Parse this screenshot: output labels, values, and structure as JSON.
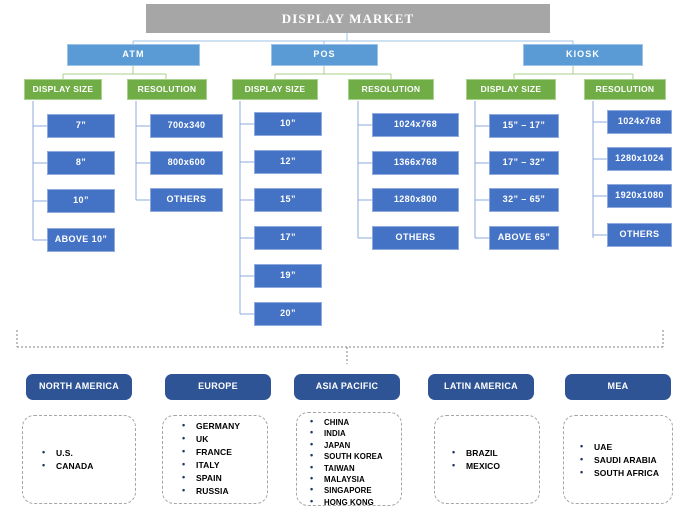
{
  "diagram": {
    "title": "DISPLAY MARKET",
    "segments": [
      {
        "name": "ATM",
        "groups": [
          {
            "header": "DISPLAY SIZE",
            "items": [
              "7”",
              "8”",
              "10”",
              "ABOVE 10”"
            ]
          },
          {
            "header": "RESOLUTION",
            "items": [
              "700x340",
              "800x600",
              "OTHERS"
            ]
          }
        ]
      },
      {
        "name": "POS",
        "groups": [
          {
            "header": "DISPLAY SIZE",
            "items": [
              "10”",
              "12”",
              "15”",
              "17”",
              "19”",
              "20”"
            ]
          },
          {
            "header": "RESOLUTION",
            "items": [
              "1024x768",
              "1366x768",
              "1280x800",
              "OTHERS"
            ]
          }
        ]
      },
      {
        "name": "KIOSK",
        "groups": [
          {
            "header": "DISPLAY SIZE",
            "items": [
              "15” – 17”",
              "17” – 32”",
              "32” – 65”",
              "ABOVE 65”"
            ]
          },
          {
            "header": "RESOLUTION",
            "items": [
              "1024x768",
              "1280x1024",
              "1920x1080",
              "OTHERS"
            ]
          }
        ]
      }
    ],
    "regions": [
      {
        "name": "NORTH AMERICA",
        "countries": [
          "U.S.",
          "CANADA"
        ]
      },
      {
        "name": "EUROPE",
        "countries": [
          "GERMANY",
          "UK",
          "FRANCE",
          "ITALY",
          "SPAIN",
          "RUSSIA"
        ]
      },
      {
        "name": "ASIA PACIFIC",
        "countries": [
          "CHINA",
          "INDIA",
          "JAPAN",
          "SOUTH KOREA",
          "TAIWAN",
          "MALAYSIA",
          "SINGAPORE",
          "HONG KONG"
        ]
      },
      {
        "name": "LATIN AMERICA",
        "countries": [
          "BRAZIL",
          "MEXICO"
        ]
      },
      {
        "name": "MEA",
        "countries": [
          "UAE",
          "SAUDI ARABIA",
          "SOUTH AFRICA"
        ]
      }
    ]
  },
  "colors": {
    "title_gray": "#A6A6A6",
    "segment_blue": "#5B9BD5",
    "group_green": "#70AD47",
    "leaf_blue": "#4472C4",
    "region_navy": "#2E5496",
    "connector_blue": "#9DC3E6",
    "connector_green": "#A9D18E",
    "dashed_gray": "#A6A6A6"
  }
}
